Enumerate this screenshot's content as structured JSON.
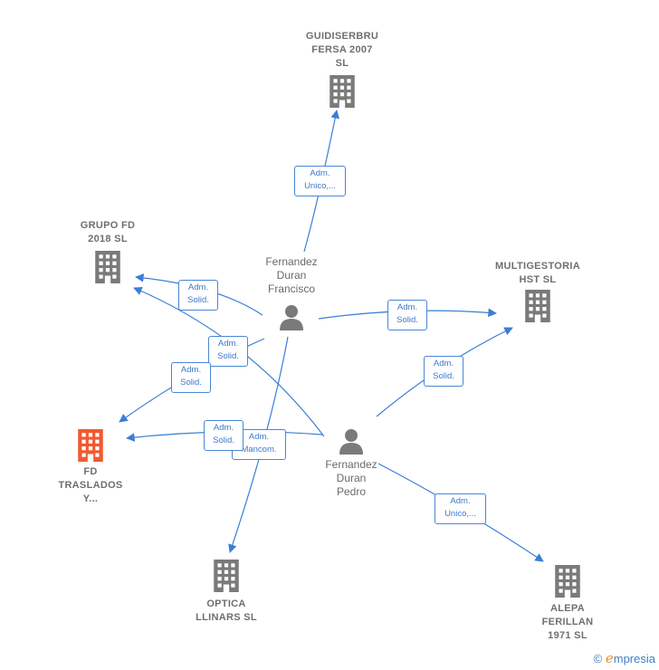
{
  "colors": {
    "edge": "#3b7ed6",
    "company": "#7a7a7a",
    "highlight": "#f05a30",
    "label_border": "#4a86d6"
  },
  "companies": {
    "guidiserbru": [
      "GUIDISERBRU",
      "FERSA 2007",
      "SL"
    ],
    "grupo_fd": [
      "GRUPO FD",
      "2018  SL"
    ],
    "multigestoria": [
      "MULTIGESTORIA",
      "HST  SL"
    ],
    "fd_traslados": [
      "FD",
      "TRASLADOS",
      "Y..."
    ],
    "optica": [
      "OPTICA",
      "LLINARS  SL"
    ],
    "alepa": [
      "ALEPA",
      "FERILLAN",
      "1971  SL"
    ]
  },
  "persons": {
    "francisco": [
      "Fernandez",
      "Duran",
      "Francisco"
    ],
    "pedro": [
      "Fernandez",
      "Duran",
      "Pedro"
    ]
  },
  "edge_labels": {
    "adm_unico_guidiserbru": [
      "Adm.",
      "Unico,..."
    ],
    "adm_solid_grupo_francisco": [
      "Adm.",
      "Solid."
    ],
    "adm_solid_grupo_pedro": [
      "Adm.",
      "Solid."
    ],
    "adm_solid_multi_francisco": [
      "Adm.",
      "Solid."
    ],
    "adm_solid_multi_pedro": [
      "Adm.",
      "Solid."
    ],
    "adm_solid_fd_francisco": [
      "Adm.",
      "Solid."
    ],
    "adm_solid_fd_pedro": [
      "Adm.",
      "Solid."
    ],
    "adm_mancom_optica": [
      "Adm.",
      "Mancom."
    ],
    "adm_unico_alepa": [
      "Adm.",
      "Unico,..."
    ]
  },
  "footer": {
    "copyright_symbol": "©",
    "brand_initial": "e",
    "brand_rest": "mpresia"
  }
}
